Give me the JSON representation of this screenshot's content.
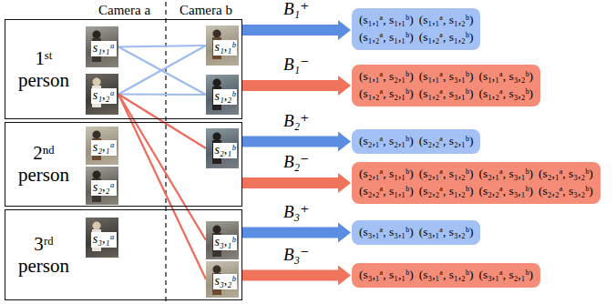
{
  "diagram": {
    "nodes": [
      {
        "text": [
          "1ˢᵗ person"
        ]
      },
      {
        "text": [
          "s₁,₁ᵃ"
        ],
        "in": 0
      },
      {
        "text": [
          "s₁,₂ᵃ"
        ],
        "in": 0
      },
      {
        "text": [
          "s₁,₁ᵇ"
        ],
        "in": 0
      },
      {
        "text": [
          "s₁,₂ᵇ"
        ],
        "in": 0
      },
      {
        "text": [
          "2ⁿᵈ person"
        ]
      },
      {
        "text": [
          "s₂,₁ᵃ"
        ],
        "in": 5
      },
      {
        "text": [
          "s₂,₂ᵃ"
        ],
        "in": 5
      },
      {
        "text": [
          "s₂,₁ᵇ"
        ],
        "in": 5
      },
      {
        "text": [
          "3ʳᵈ person"
        ]
      },
      {
        "text": [
          "s₃,₁ᵃ"
        ],
        "in": 9
      },
      {
        "text": [
          "s₃,₁ᵇ"
        ],
        "in": 9
      },
      {
        "text": [
          "s₃,₂ᵇ"
        ],
        "in": 9
      },
      {
        "text": [
          "(s₁,₁ᵃ, s₁,₁ᵇ)",
          "(s₁,₁ᵃ, s₁,₂ᵇ)",
          "(s₁,₂ᵃ, s₁,₁ᵇ)",
          "(s₁,₂ᵃ, s₁,₂ᵇ)"
        ]
      },
      {
        "text": [
          "(s₁,₁ᵃ, s₂,₁ᵇ)",
          "(s₁,₁ᵃ, s₃,₁ᵇ)",
          "(s₁,₁ᵃ, s₃,₂ᵇ)",
          "(s₁,₂ᵃ, s₂,₁ᵇ)",
          "(s₁,₂ᵃ, s₃,₁ᵇ)",
          "(s₁,₂ᵃ, s₃,₂ᵇ)"
        ]
      },
      {
        "text": [
          "(s₂,₁ᵃ, s₂,₁ᵇ)",
          "(s₂,₂ᵃ, s₂,₁ᵇ)"
        ]
      },
      {
        "text": [
          "(s₂,₁ᵃ, s₁,₁ᵇ)",
          "(s₂,₁ᵃ, s₁,₂ᵇ)",
          "(s₂,₁ᵃ, s₃,₁ᵇ)",
          "(s₂,₁ᵃ, s₃,₂ᵇ)",
          "(s₂,₂ᵃ, s₁,₁ᵇ)",
          "(s₂,₂ᵃ, s₁,₂ᵇ)",
          "(s₂,₂ᵃ, s₃,₁ᵇ)",
          "(s₂,₂ᵃ, s₃,₂ᵇ)"
        ]
      },
      {
        "text": [
          "(s₃,₁ᵃ, s₃,₁ᵇ)",
          "(s₃,₁ᵃ, s₃,₂ᵇ)"
        ]
      },
      {
        "text": [
          "(s₃,₁ᵃ, s₁,₁ᵇ)",
          "(s₃,₁ᵃ, s₁,₂ᵇ)",
          "(s₃,₁ᵃ, s₂,₁ᵇ)"
        ]
      }
    ],
    "edges": [
      {
        "from": 1,
        "to": 3,
        "arrow": "none"
      },
      {
        "from": 1,
        "to": 4,
        "arrow": "none"
      },
      {
        "from": 2,
        "to": 3,
        "arrow": "none"
      },
      {
        "from": 2,
        "to": 4,
        "arrow": "none"
      },
      {
        "from": 2,
        "to": 8,
        "arrow": "none"
      },
      {
        "from": 2,
        "to": 11,
        "arrow": "none"
      },
      {
        "from": 2,
        "to": 12,
        "arrow": "none"
      },
      {
        "from": 0,
        "to": 13,
        "arrow": "to",
        "label": "B₁⁺"
      },
      {
        "from": 0,
        "to": 14,
        "arrow": "to",
        "label": "B₁⁻"
      },
      {
        "from": 5,
        "to": 15,
        "arrow": "to",
        "label": "B₂⁺"
      },
      {
        "from": 5,
        "to": 16,
        "arrow": "to",
        "label": "B₂⁻"
      },
      {
        "from": 9,
        "to": 17,
        "arrow": "to",
        "label": "B₃⁺"
      },
      {
        "from": 9,
        "to": 18,
        "arrow": "to",
        "label": "B₃⁻"
      }
    ],
    "labels": [
      "Camera a",
      "Camera b"
    ]
  }
}
